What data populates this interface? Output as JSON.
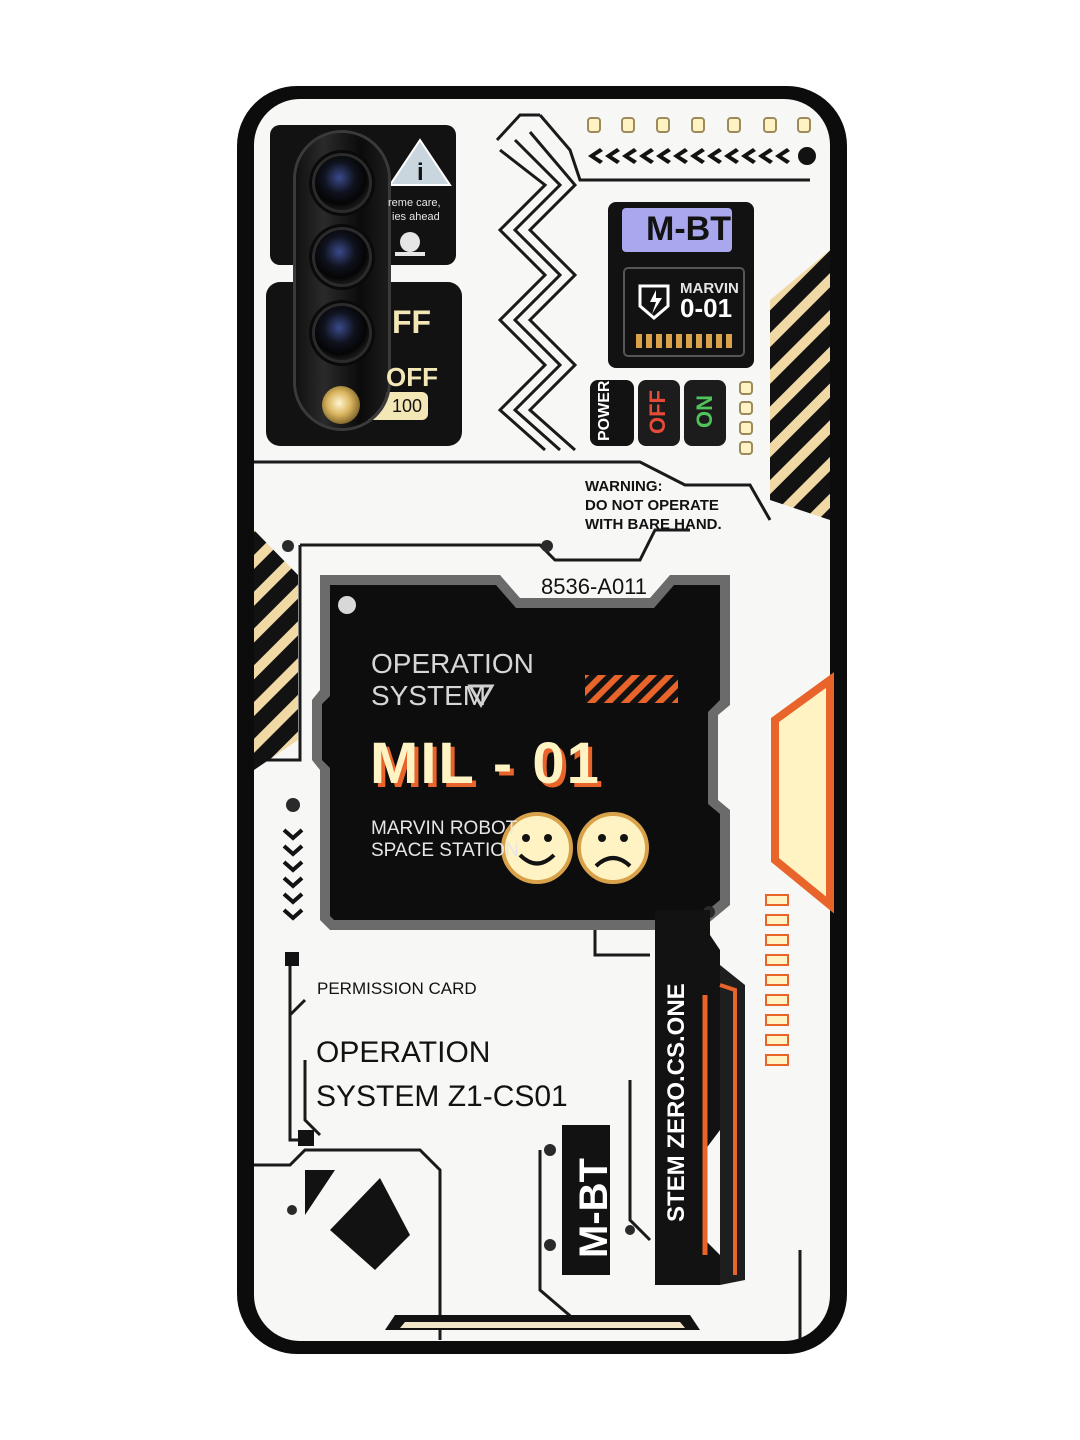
{
  "image": {
    "subject": "phone-back-case",
    "colors": {
      "case": "#0c0c0c",
      "panel": "#f7f7f5",
      "dark": "#121212",
      "cream": "#fff3c4",
      "orange": "#e8642a",
      "gold": "#d9a24a",
      "lavender": "#a9a7ee"
    }
  },
  "labels": {
    "caution_line1": "reme care,",
    "caution_line2": "ies ahead",
    "off_top": "FF",
    "off_bottom": "OFF",
    "off_counter": "100",
    "mbt_badge": "M-BT",
    "marvin": "MARVIN",
    "marvin_code": "0-01",
    "power": "POWER",
    "off_switch": "OFF",
    "on_switch": "ON",
    "warning_line1": "WARNING:",
    "warning_line2": "DO NOT OPERATE",
    "warning_line3": "WITH BARE HAND.",
    "serial": "8536-A011",
    "screen_line1": "OPERATION",
    "screen_line2": "SYSTEM",
    "screen_title": "MIL - 01",
    "robot_line1": "MARVIN ROBOT",
    "robot_line2": "SPACE STATION",
    "permission": "PERMISSION CARD",
    "op_line1": "OPERATION",
    "op_line2": "SYSTEM Z1-CS01",
    "vertical_system": "STEM ZERO.CS.ONE",
    "mbt_vertical": "M-BT"
  }
}
